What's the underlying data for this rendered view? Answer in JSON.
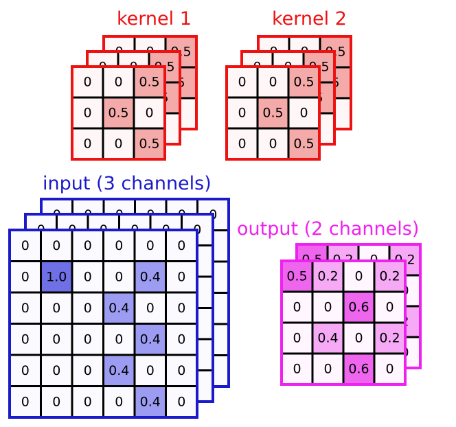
{
  "labels": {
    "kernel1": "kernel 1",
    "kernel2": "kernel 2",
    "input": "input (3 channels)",
    "output": "output (2 channels)"
  },
  "colors": {
    "kernel_border": "#ee1111",
    "kernel_fill": "#f5aaaa",
    "kernel_bg": "#fff7f7",
    "input_border": "#1a1acc",
    "input_fill_strong": "#6f6fe6",
    "input_fill": "#9c9cf2",
    "input_bg": "#fbfbff",
    "output_border": "#ee22ee",
    "output_fill_strong": "#ee66ee",
    "output_fill": "#f6aaf6",
    "output_bg": "#fff6ff",
    "grid": "#000000"
  },
  "kernel_values": [
    [
      "0",
      "0",
      "0.5"
    ],
    [
      "0",
      "0.5",
      "0"
    ],
    [
      "0",
      "0",
      "0.5"
    ]
  ],
  "kernel_back_partial": {
    "top_row": [
      "0",
      "0",
      "0.5"
    ],
    "right_col": [
      "5"
    ]
  },
  "input_values": [
    [
      "0",
      "0",
      "0",
      "0",
      "0",
      "0"
    ],
    [
      "0",
      "1.0",
      "0",
      "0",
      "0.4",
      "0"
    ],
    [
      "0",
      "0",
      "0",
      "0.4",
      "0",
      "0"
    ],
    [
      "0",
      "0",
      "0",
      "0",
      "0.4",
      "0"
    ],
    [
      "0",
      "0",
      "0",
      "0.4",
      "0",
      "0"
    ],
    [
      "0",
      "0",
      "0",
      "0",
      "0.4",
      "0"
    ]
  ],
  "input_back_top_row": [
    "0",
    "0",
    "0",
    "0",
    "0",
    "0"
  ],
  "output_values": [
    [
      "0.5",
      "0.2",
      "0",
      "0.2"
    ],
    [
      "0",
      "0",
      "0.6",
      "0"
    ],
    [
      "0",
      "0.4",
      "0",
      "0.2"
    ],
    [
      "0",
      "0",
      "0.6",
      "0"
    ]
  ],
  "output_back_top_row": [
    "0.5",
    "0.2",
    "0",
    "0.2"
  ],
  "output_back_right_col": [
    "0",
    "2",
    "0"
  ]
}
